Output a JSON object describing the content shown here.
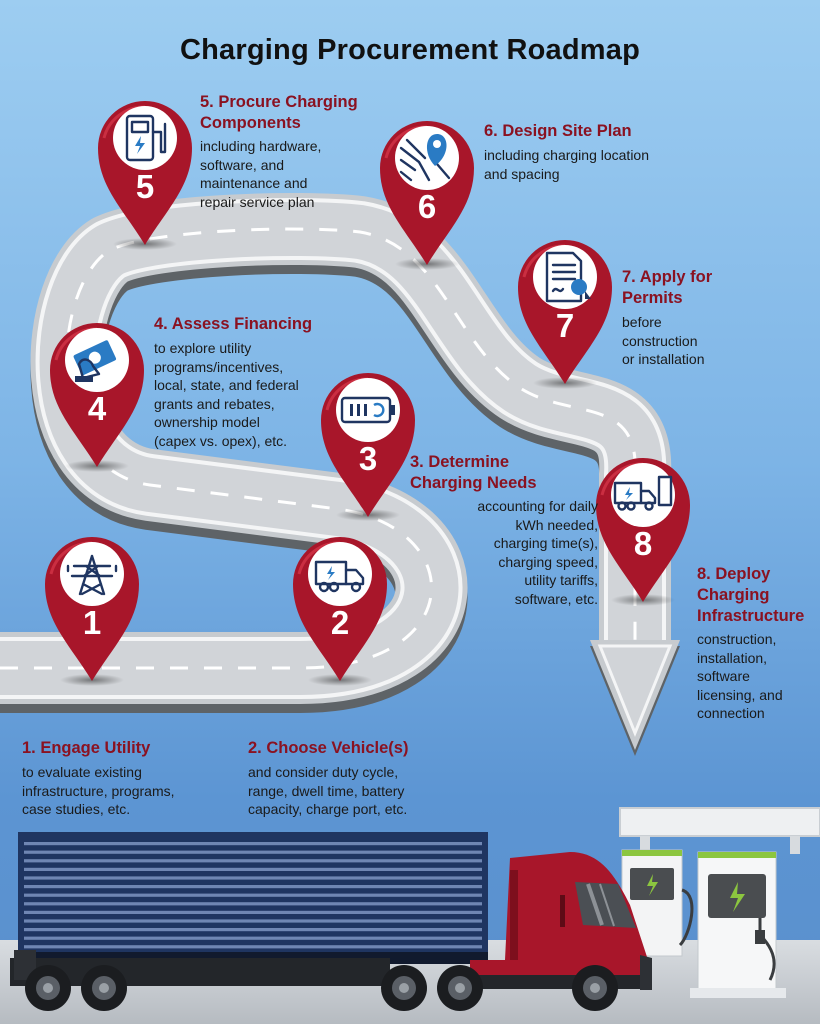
{
  "title": "Charging Procurement Roadmap",
  "steps": [
    {
      "num": "1",
      "heading": "1. Engage Utility",
      "desc": "to evaluate existing\ninfrastructure, programs,\ncase studies, etc.",
      "icon": "transmission-tower-icon"
    },
    {
      "num": "2",
      "heading": "2. Choose Vehicle(s)",
      "desc": "and consider duty cycle,\nrange, dwell time, battery\ncapacity, charge port, etc.",
      "icon": "electric-truck-icon"
    },
    {
      "num": "3",
      "heading": "3. Determine\nCharging Needs",
      "desc": "accounting for daily\nkWh needed,\ncharging time(s),\ncharging speed,\nutility tariffs,\nsoftware, etc.",
      "icon": "battery-icon"
    },
    {
      "num": "4",
      "heading": "4. Assess Financing",
      "desc": "to explore utility\nprograms/incentives,\nlocal, state, and federal\ngrants and rebates,\nownership model\n(capex vs. opex), etc.",
      "icon": "money-hand-icon"
    },
    {
      "num": "5",
      "heading": "5. Procure Charging\nComponents",
      "desc": "including hardware,\nsoftware, and\nmaintenance and\nrepair service plan",
      "icon": "charger-icon"
    },
    {
      "num": "6",
      "heading": "6. Design Site Plan",
      "desc": "including charging location\nand spacing",
      "icon": "map-pin-icon"
    },
    {
      "num": "7",
      "heading": "7. Apply for\nPermits",
      "desc": "before\nconstruction\nor installation",
      "icon": "permit-document-icon"
    },
    {
      "num": "8",
      "heading": "8. Deploy\nCharging\nInfrastructure",
      "desc": "construction,\ninstallation,\nsoftware\nlicensing, and\nconnection",
      "icon": "truck-charger-icon"
    }
  ],
  "colors": {
    "pin": "#a8162a",
    "heading": "#8a1221",
    "road": "#c9cdd1",
    "truck_cab": "#a8162a",
    "trailer": "#1f3561"
  }
}
